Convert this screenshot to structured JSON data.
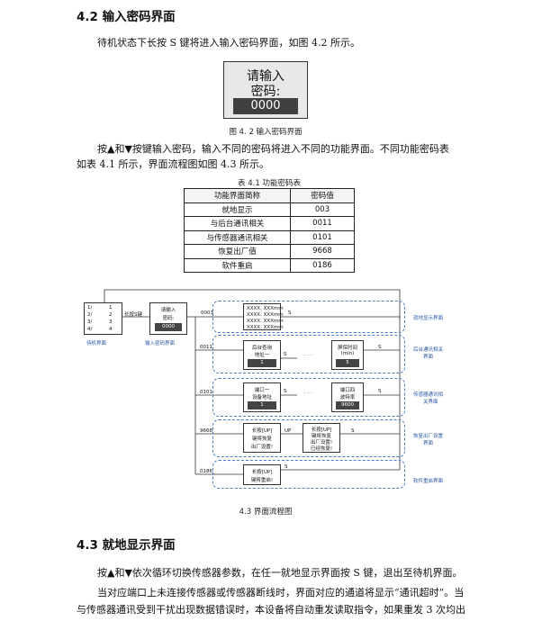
{
  "section42": {
    "heading": "4.2  输入密码界面",
    "intro": "待机状态下长按 S 键将进入输入密码界面，如图 4.2 所示。"
  },
  "lcd": {
    "line1": "请输入",
    "line2": "密码:",
    "value": "0000"
  },
  "fig42_caption": "图 4. 2 输入密码界面",
  "para2": {
    "line1": "按▲和▼按键输入密码，输入不同的密码将进入不同的功能界面。不同功能密码表",
    "line2": "如表 4.1 所示，界面流程图如图 4.3 所示。"
  },
  "table": {
    "caption": "表 4.1   功能密码表",
    "headers": [
      "功能界面简称",
      "密码值"
    ],
    "rows": [
      [
        "就地显示",
        "003"
      ],
      [
        "与后台通讯相关",
        "0011"
      ],
      [
        "与传感器通讯相关",
        "0101"
      ],
      [
        "恢复出厂值",
        "9668"
      ],
      [
        "软件重启",
        "0186"
      ]
    ]
  },
  "flow": {
    "standby_rows": [
      [
        "1/",
        "1"
      ],
      [
        "2/",
        "2"
      ],
      [
        "3/",
        "3"
      ],
      [
        "4/",
        "4"
      ]
    ],
    "standby_label": "待机界面",
    "long_press_s": "长按S键",
    "pw_box": {
      "line1": "请输入",
      "line2": "密码:",
      "value": "0000"
    },
    "pw_label": "输入密码界面",
    "codes": [
      "0003",
      "0011",
      "0101",
      "9668",
      "0186"
    ],
    "s": "S",
    "up": "UP",
    "dots": "· · ·",
    "local_rows": [
      "XXXX. XXXmm",
      "XXXX. XXXmm",
      "XXXX. XXXmm",
      "XXXX. XXXmm"
    ],
    "g1_label": "就地显示界面",
    "g2": {
      "box1a": "后台查询",
      "box1b": "地址一",
      "box1v": "1",
      "box2a": "屏保时间",
      "box2b": "(min)",
      "box2v": "5",
      "label_a": "后台通讯相关",
      "label_b": "界面"
    },
    "g3": {
      "box1a": "端口一",
      "box1b": "设备地址",
      "box1v": "1",
      "box2a": "端口四",
      "box2b": "波特率",
      "box2v": "9600",
      "label_a": "传感器通讯相",
      "label_b": "关界面"
    },
    "g4": {
      "box1a": "长按[UP]",
      "box1b": "键将恢复",
      "box1c": "出厂设置!",
      "box2a": "长按[UP]",
      "box2b": "键将恢复",
      "box2c": "出厂设置!",
      "box2d": "已经恢复!",
      "label_a": "恢复出厂设置",
      "label_b": "界面"
    },
    "g5": {
      "box1a": "长按[UP]",
      "box1b": "键将重启!",
      "label": "软件重启界面"
    }
  },
  "fig43_caption": "4.3 界面流程图",
  "section43": {
    "heading": "4.3  就地显示界面",
    "p1": "按▲和▼依次循环切换传感器参数，在任一就地显示界面按 S 键，退出至待机界面。",
    "p2": "当对应端口上未连接传感器或传感器断线时，界面对应的通道将显示“通讯超时”。当",
    "p3": "与传感器通讯受到干扰出现数据错误时，本设备将自动重发读取指令，如果重发  3  次均出"
  }
}
